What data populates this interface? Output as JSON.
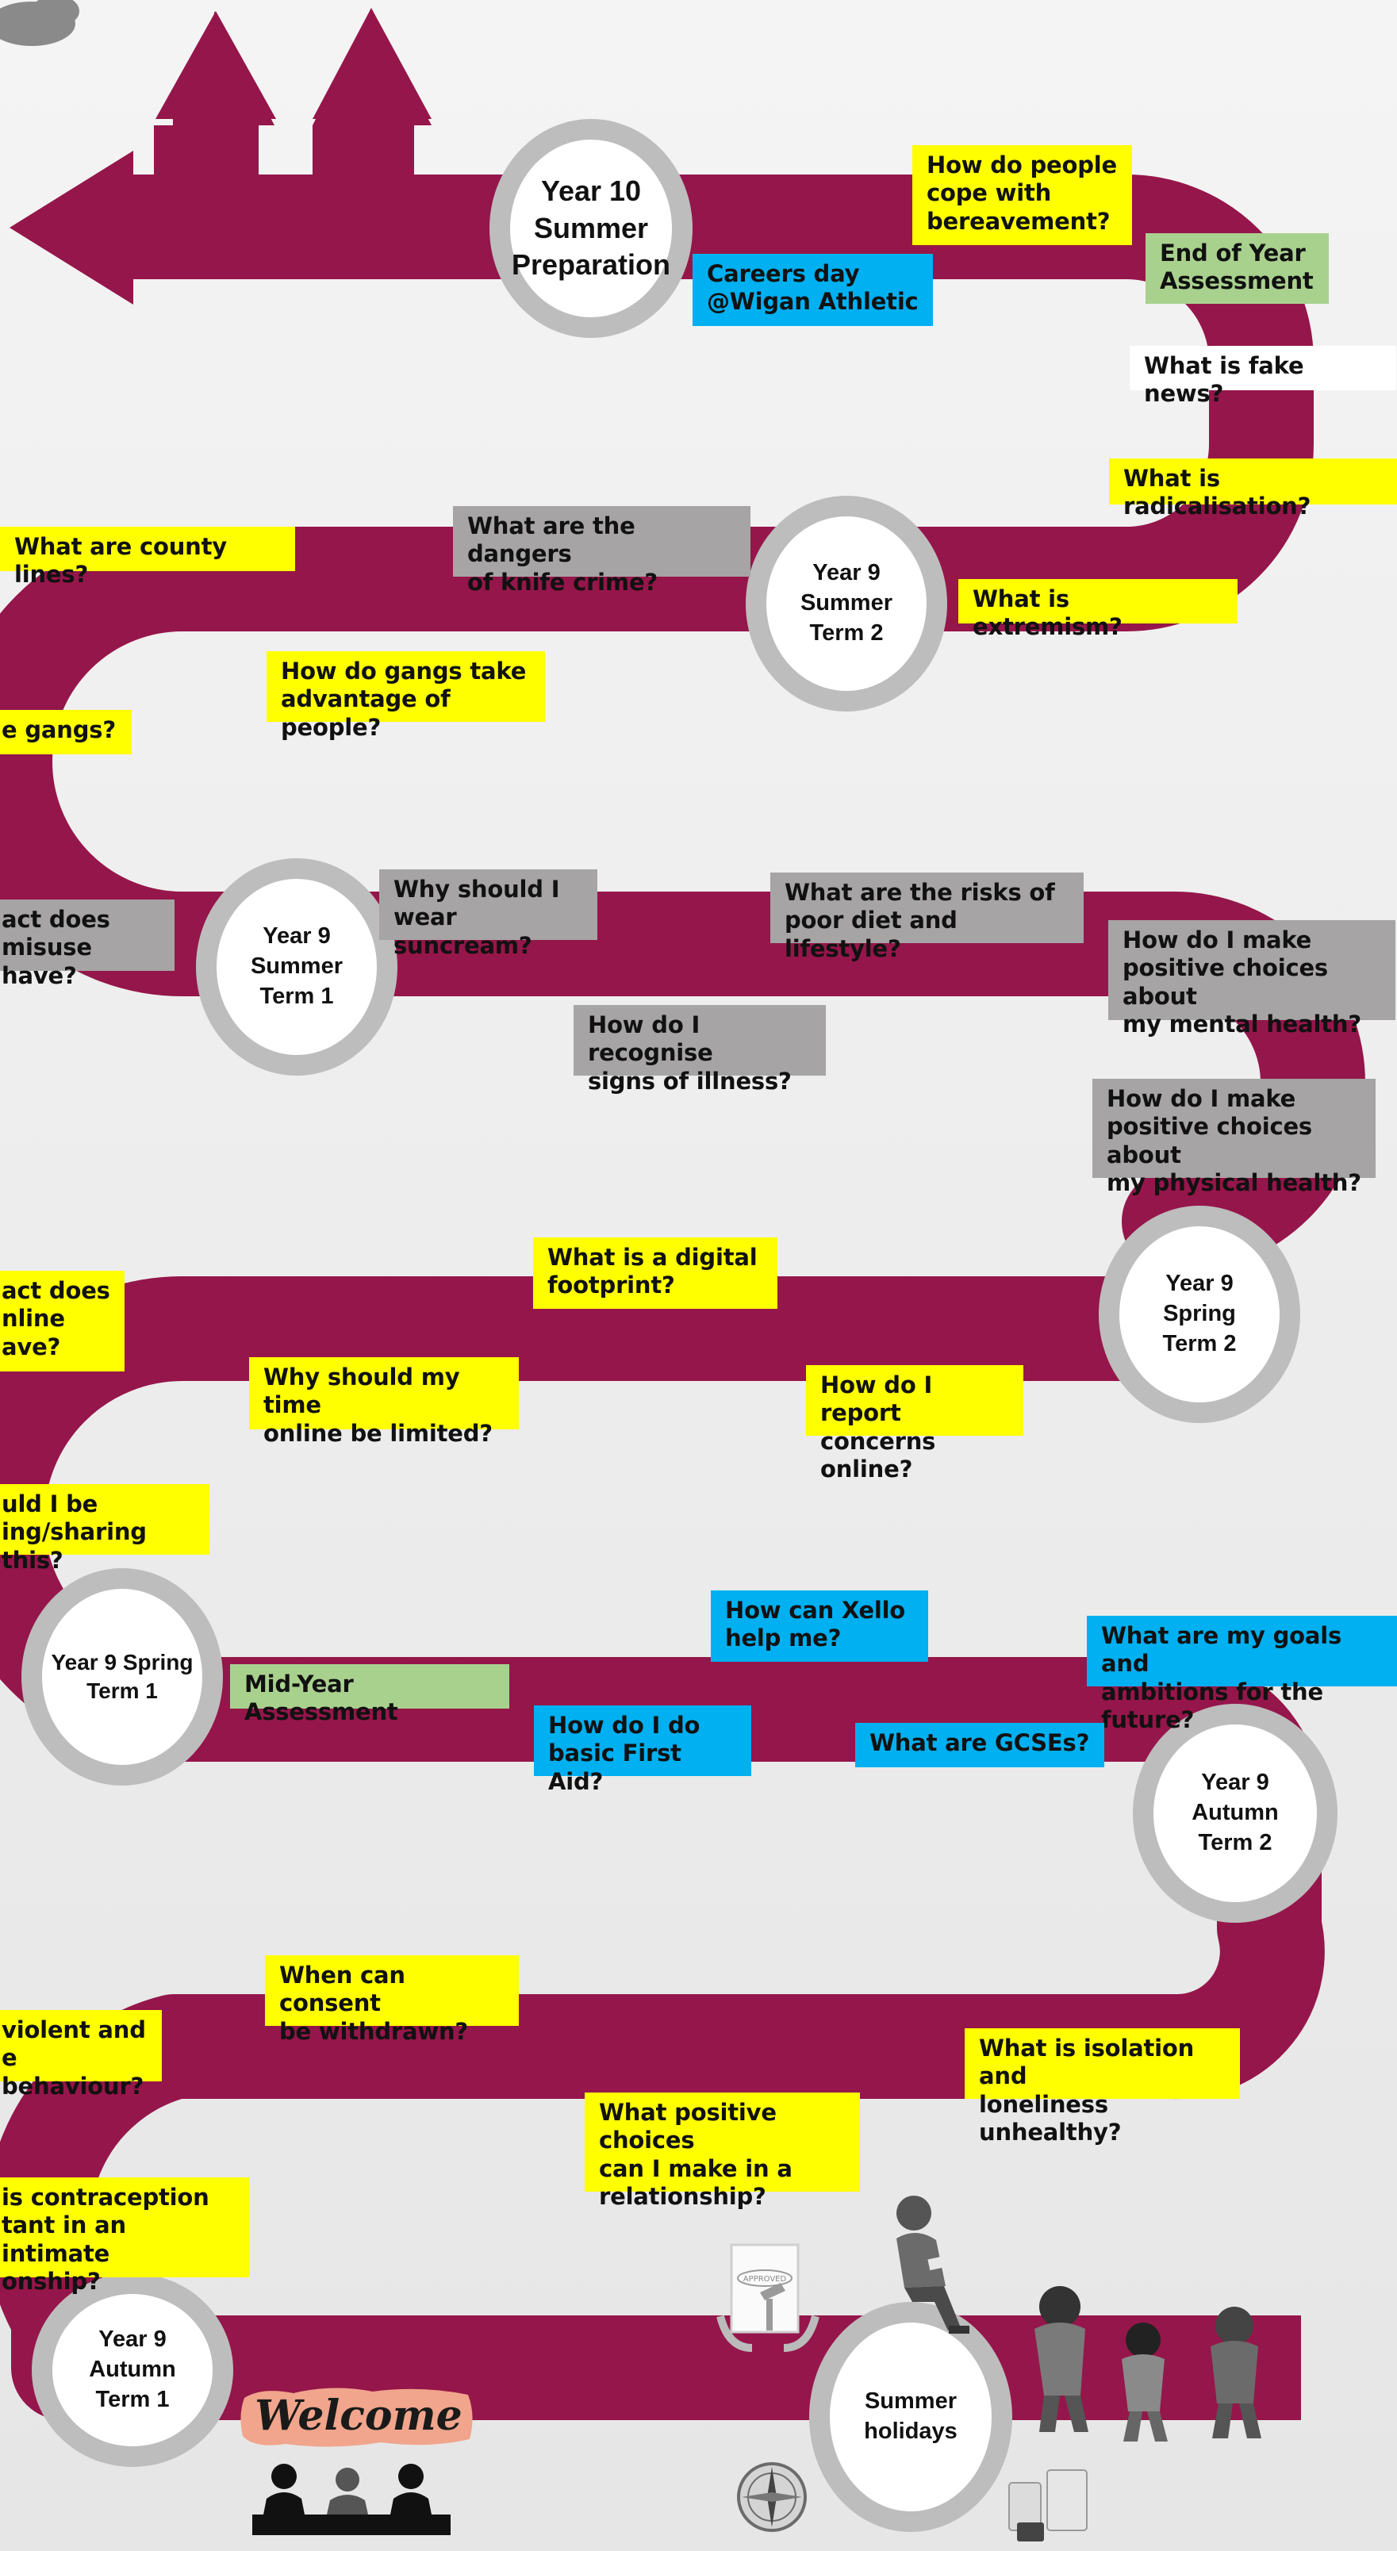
{
  "colors": {
    "road": "#95164a",
    "ring": "#bdbdbd",
    "yellow": "#ffff00",
    "grey": "#a6a4a4",
    "blue": "#00b0f0",
    "green": "#a9d18e"
  },
  "milestones": {
    "year10_summer_prep": "Year 10\nSummer\nPreparation",
    "year9_summer_term2": "Year 9\nSummer\nTerm 2",
    "year9_summer_term1": "Year 9\nSummer\nTerm 1",
    "year9_spring_term2": "Year 9\nSpring\nTerm 2",
    "year9_spring_term1": "Year 9 Spring\nTerm 1",
    "year9_autumn_term2": "Year 9\nAutumn\nTerm 2",
    "year9_autumn_term1": "Year 9\nAutumn\nTerm 1",
    "summer_holidays": "Summer\nholidays"
  },
  "topics": {
    "bereavement": "How do people\ncope with\nbereavement?",
    "careers_day": "Careers day\n@Wigan Athletic",
    "end_of_year": "End of Year\nAssessment",
    "fake_news": "What is fake news?",
    "radicalisation": "What is radicalisation?",
    "county_lines": "What are county lines?",
    "knife_crime": "What are the dangers\nof knife crime?",
    "extremism": "What is extremism?",
    "gangs_advantage": "How do gangs take\nadvantage of people?",
    "gangs_partial": "e gangs?",
    "misuse_partial": "act does\nmisuse have?",
    "suncream": "Why should I\nwear suncream?",
    "poor_diet": "What are the risks of\npoor diet and lifestyle?",
    "mental_health": "How do I make\npositive choices about\nmy mental health?",
    "recognise_illness": "How do I recognise\nsigns of illness?",
    "physical_health": "How do I make\npositive choices about\nmy physical health?",
    "digital_footprint": "What is a digital\nfootprint?",
    "online_partial": "act does\nnline\nave?",
    "time_online": "Why should my time\nonline be limited?",
    "report_online": "How do I report\nconcerns online?",
    "sharing_partial": "uld I be\ning/sharing this?",
    "xello": "How can Xello\nhelp me?",
    "goals": "What are my goals and\nambitions for the future?",
    "mid_year": "Mid-Year Assessment",
    "first_aid": "How do I do\nbasic First Aid?",
    "gcses": "What are GCSEs?",
    "consent": "When can consent\nbe withdrawn?",
    "violent_partial": "violent and\ne behaviour?",
    "isolation": "What is isolation and\nloneliness unhealthy?",
    "positive_choices_relationship": "What positive choices\ncan I make in a\nrelationship?",
    "contraception_partial": "is contraception\ntant in an intimate\nonship?"
  },
  "decor": {
    "welcome": "Welcome",
    "approved": "APPROVED"
  }
}
